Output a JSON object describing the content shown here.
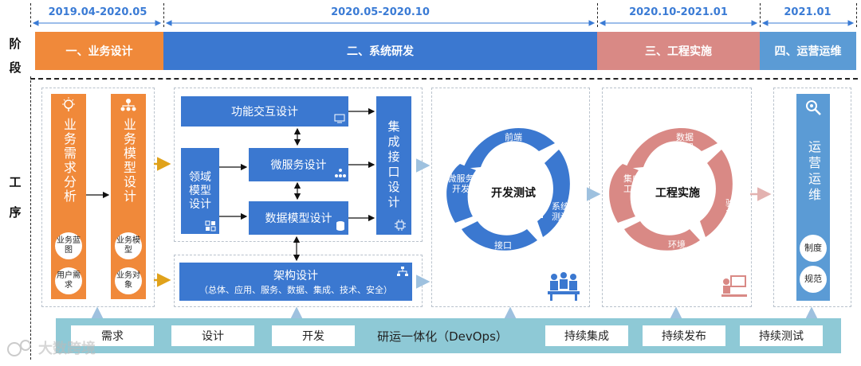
{
  "dates": [
    "2019.04-2020.05",
    "2020.05-2020.10",
    "2020.10-2021.01",
    "2021.01"
  ],
  "side": {
    "stage_a": "阶",
    "stage_b": "段",
    "proc_a": "工",
    "proc_b": "序"
  },
  "phases": [
    "一、业务设计",
    "二、系统研发",
    "三、工程实施",
    "四、运营运维"
  ],
  "colors": {
    "orange": "#f0893a",
    "blue": "#3b78d0",
    "pink": "#d98985",
    "lightblue": "#5b9bd5",
    "teal": "#8ec9d6"
  },
  "biz": {
    "req_analysis": "业务需求分析",
    "model_design": "业务模型设计",
    "c1": "业务蓝图",
    "c2": "用户需求",
    "c3": "业务模型",
    "c4": "业务对象"
  },
  "dev": {
    "func": "功能交互设计",
    "domain": "领域模型设计",
    "micro": "微服务设计",
    "data": "数据模型设计",
    "integ": "集成接口设计",
    "arch": "架构设计",
    "arch_sub": "（总体、应用、服务、数据、集成、技术、安全）"
  },
  "devtest": {
    "center": "开发测试",
    "p1": "前端开发",
    "p2": "系统测试",
    "p3": "接口开发",
    "p4": "微服务开发"
  },
  "eng": {
    "center": "工程实施",
    "p1": "数据工程",
    "p2": "验证工程",
    "p3": "环境工程",
    "p4": "集成工程"
  },
  "ops": {
    "title": "运营运维",
    "c1": "制度",
    "c2": "规范"
  },
  "devops": {
    "label": "研运一体化（DevOps）",
    "steps": [
      "需求",
      "设计",
      "开发",
      "持续集成",
      "持续发布",
      "持续测试"
    ]
  },
  "watermark": "大数跨境"
}
